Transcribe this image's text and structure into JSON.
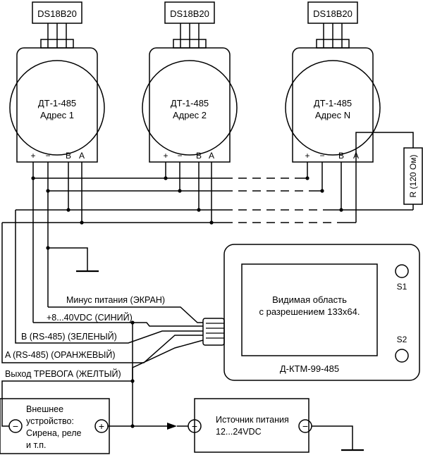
{
  "sensors": [
    {
      "chip": "DS18B20",
      "model": "ДТ-1-485",
      "address": "Адрес 1"
    },
    {
      "chip": "DS18B20",
      "model": "ДТ-1-485",
      "address": "Адрес 2"
    },
    {
      "chip": "DS18B20",
      "model": "ДТ-1-485",
      "address": "Адрес N"
    }
  ],
  "terminals": {
    "plus": "+",
    "minus": "−",
    "b": "B",
    "a": "A"
  },
  "resistor": {
    "label": "R (120 Ом)"
  },
  "display": {
    "screen_text_1": "Видимая область",
    "screen_text_2": "с разрешением 133х64.",
    "s1": "S1",
    "s2": "S2",
    "model": "Д-КТМ-99-485"
  },
  "wires": {
    "minus_power": "Минус питания (ЭКРАН)",
    "plus_power": "+8...40VDC (СИНИЙ)",
    "b_line": "B (RS-485) (ЗЕЛЕНЫЙ)",
    "a_line": "A (RS-485) (ОРАНЖЕВЫЙ)",
    "alarm": "Выход ТРЕВОГА (ЖЕЛТЫЙ)"
  },
  "external": {
    "line1": "Внешнее",
    "line2": "устройство:",
    "line3": "Сирена, реле",
    "line4": "и т.п.",
    "minus": "−",
    "plus": "+"
  },
  "psu": {
    "line1": "Источник питания",
    "line2": "12...24VDC",
    "plus": "+",
    "minus": "−"
  }
}
